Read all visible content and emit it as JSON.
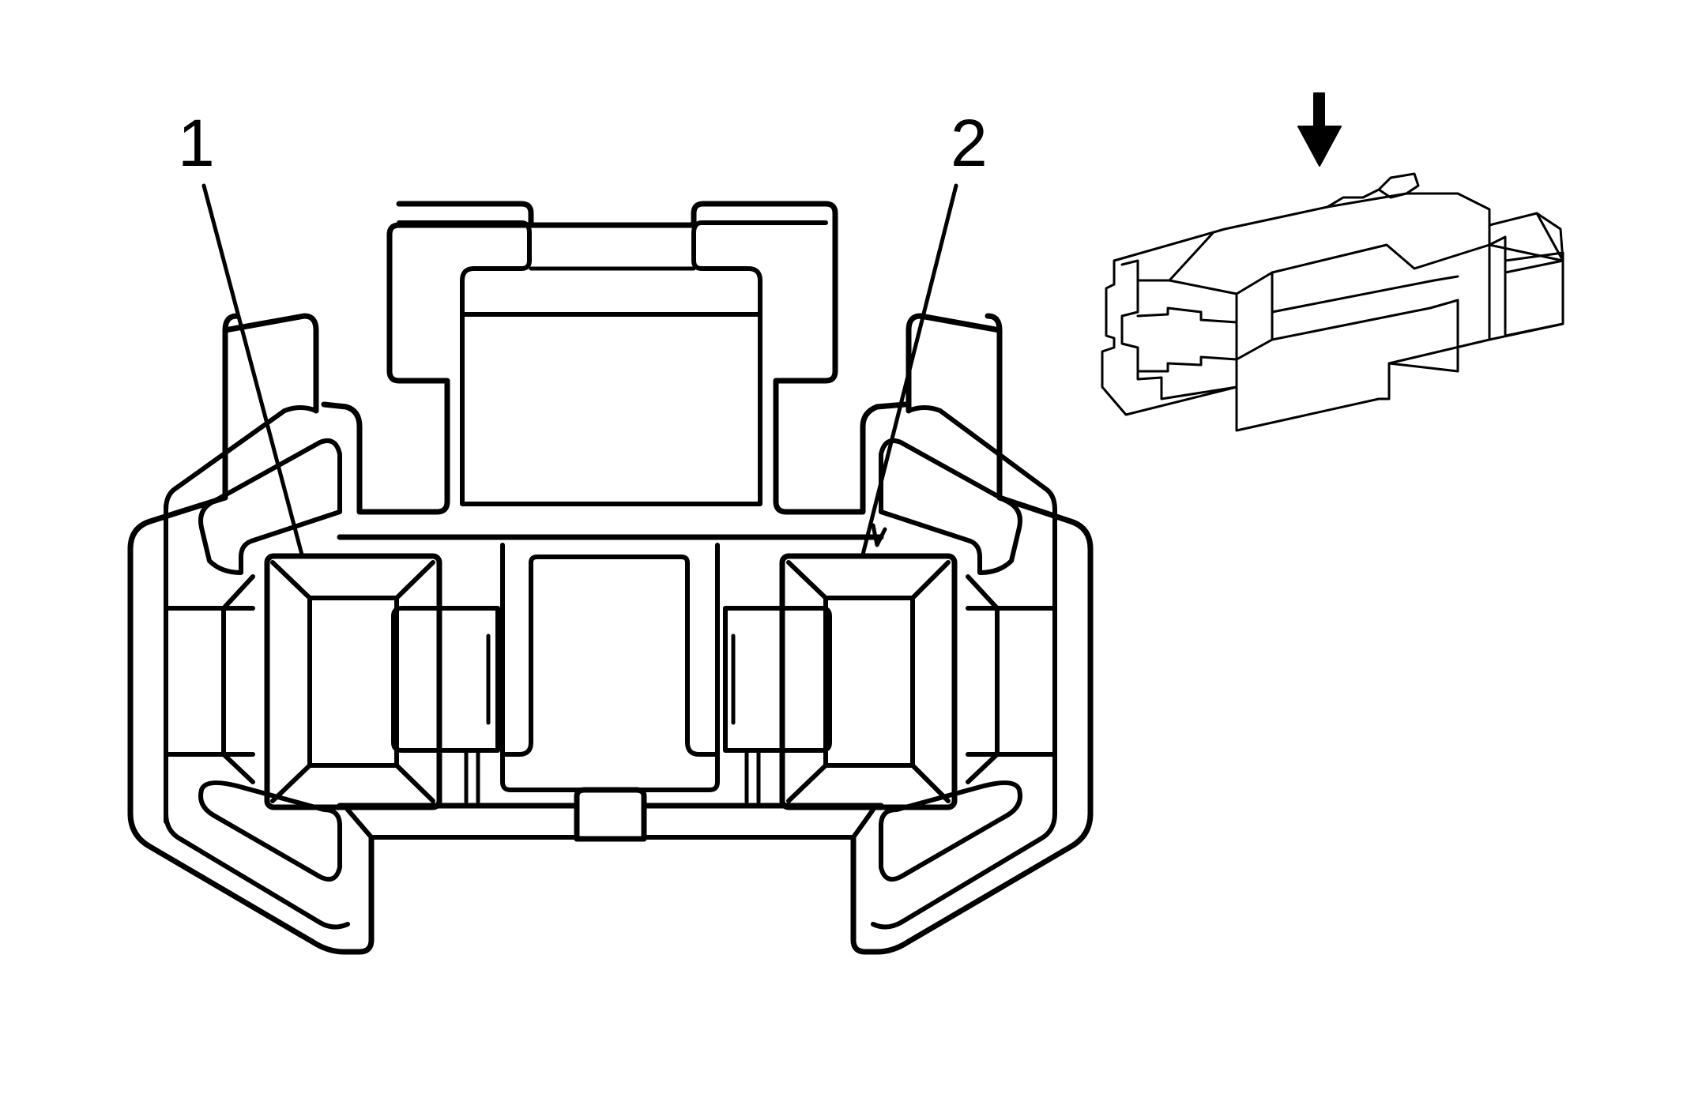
{
  "diagram": {
    "pin_labels": [
      {
        "id": "pin-1",
        "text": "1"
      },
      {
        "id": "pin-2",
        "text": "2"
      }
    ],
    "colors": {
      "line": "#000000",
      "background": "#ffffff"
    },
    "icons": {
      "view-arrow": "down-arrow-icon"
    }
  }
}
